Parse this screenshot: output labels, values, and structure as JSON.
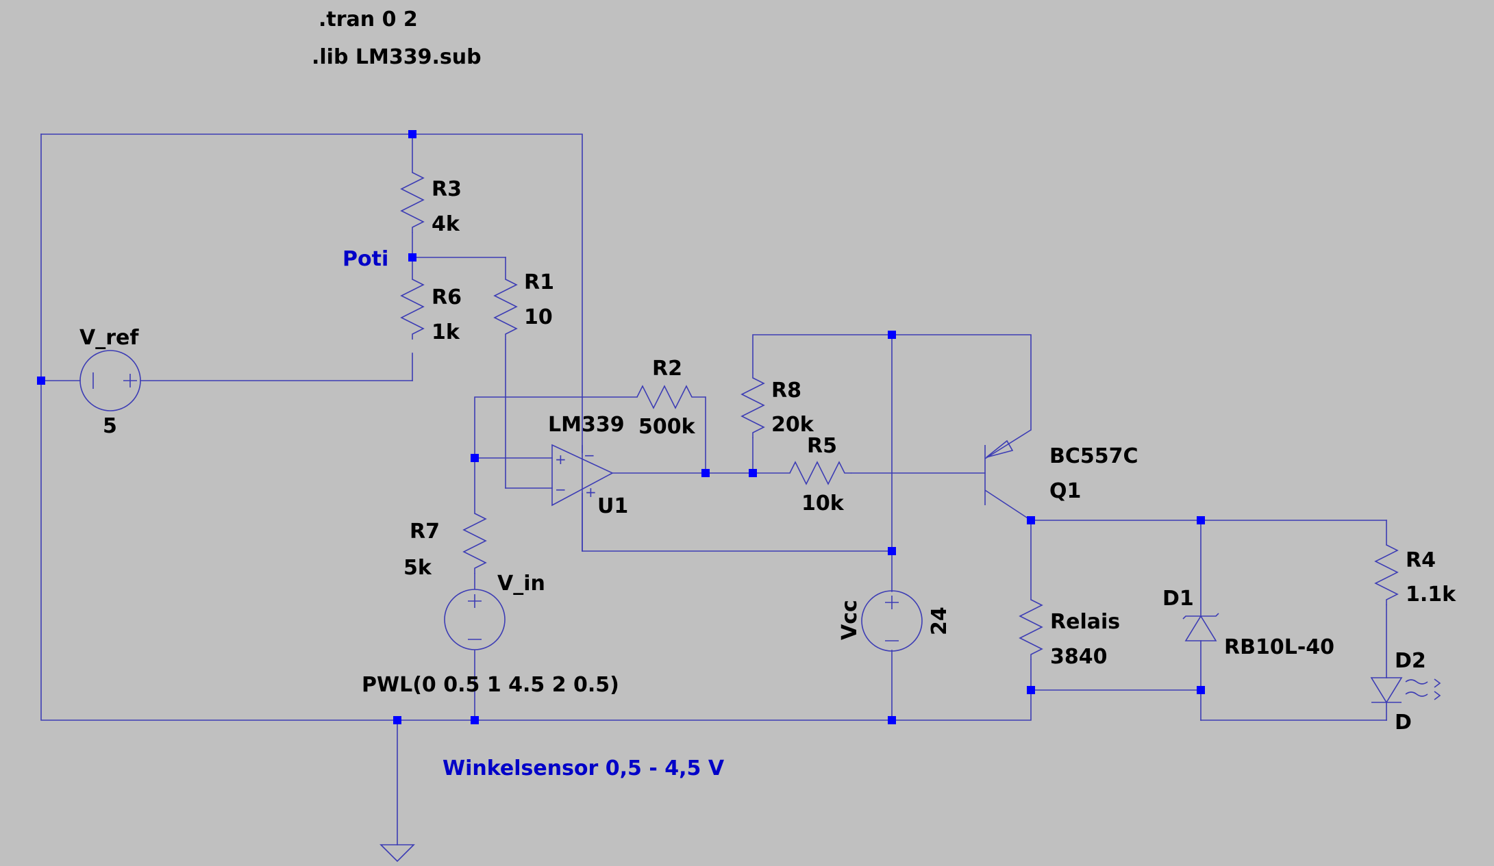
{
  "directives": {
    "tran": ".tran 0 2",
    "lib": ".lib LM339.sub"
  },
  "components": {
    "R3": {
      "name": "R3",
      "value": "4k"
    },
    "R6": {
      "name": "R6",
      "value": "1k"
    },
    "R1": {
      "name": "R1",
      "value": "10"
    },
    "R2": {
      "name": "R2",
      "value": "500k"
    },
    "R8": {
      "name": "R8",
      "value": "20k"
    },
    "R5": {
      "name": "R5",
      "value": "10k"
    },
    "R7": {
      "name": "R7",
      "value": "5k"
    },
    "R4": {
      "name": "R4",
      "value": "1.1k"
    },
    "relais": {
      "name": "Relais",
      "value": "3840"
    },
    "V_ref": {
      "name": "V_ref",
      "value": "5"
    },
    "V_in": {
      "name": "V_in",
      "value": "PWL(0 0.5 1 4.5 2 0.5)"
    },
    "Vcc": {
      "name": "Vcc",
      "value": "24"
    },
    "U1": {
      "name": "U1",
      "value": "LM339"
    },
    "Q1": {
      "name": "Q1",
      "value": "BC557C"
    },
    "D1": {
      "name": "D1",
      "value": "RB10L-40"
    },
    "D2": {
      "name": "D2",
      "value": "D"
    }
  },
  "net_labels": {
    "poti": "Poti",
    "winkelsensor": "Winkelsensor 0,5 - 4,5 V"
  },
  "colors": {
    "background": "#c0c0c0",
    "wire": "#3c3cb4",
    "junction": "#0000ff",
    "net_label": "#0000c8",
    "text": "#000000"
  }
}
